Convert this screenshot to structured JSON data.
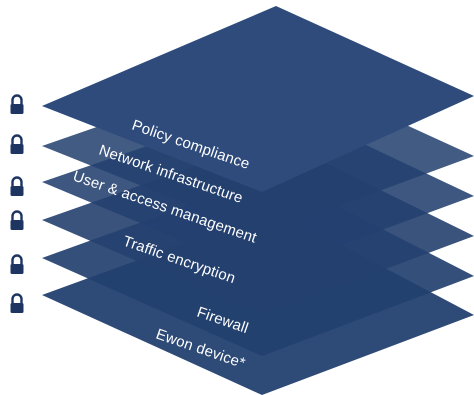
{
  "diagram": {
    "layers": [
      {
        "id": "ewon-device",
        "label": "Ewon device*"
      },
      {
        "id": "firewall",
        "label": "Firewall"
      },
      {
        "id": "traffic-encryption",
        "label": "Traffic encryption"
      },
      {
        "id": "user-access-management",
        "label": "User & access management"
      },
      {
        "id": "network-infrastructure",
        "label": "Network infrastructure"
      },
      {
        "id": "policy-compliance",
        "label": "Policy compliance"
      }
    ],
    "icon": "lock-icon",
    "colors": {
      "layer_fill": "#23406f",
      "layer_fill_top": "#2e4b7c",
      "lock": "#1d3560",
      "label": "#ffffff"
    }
  }
}
